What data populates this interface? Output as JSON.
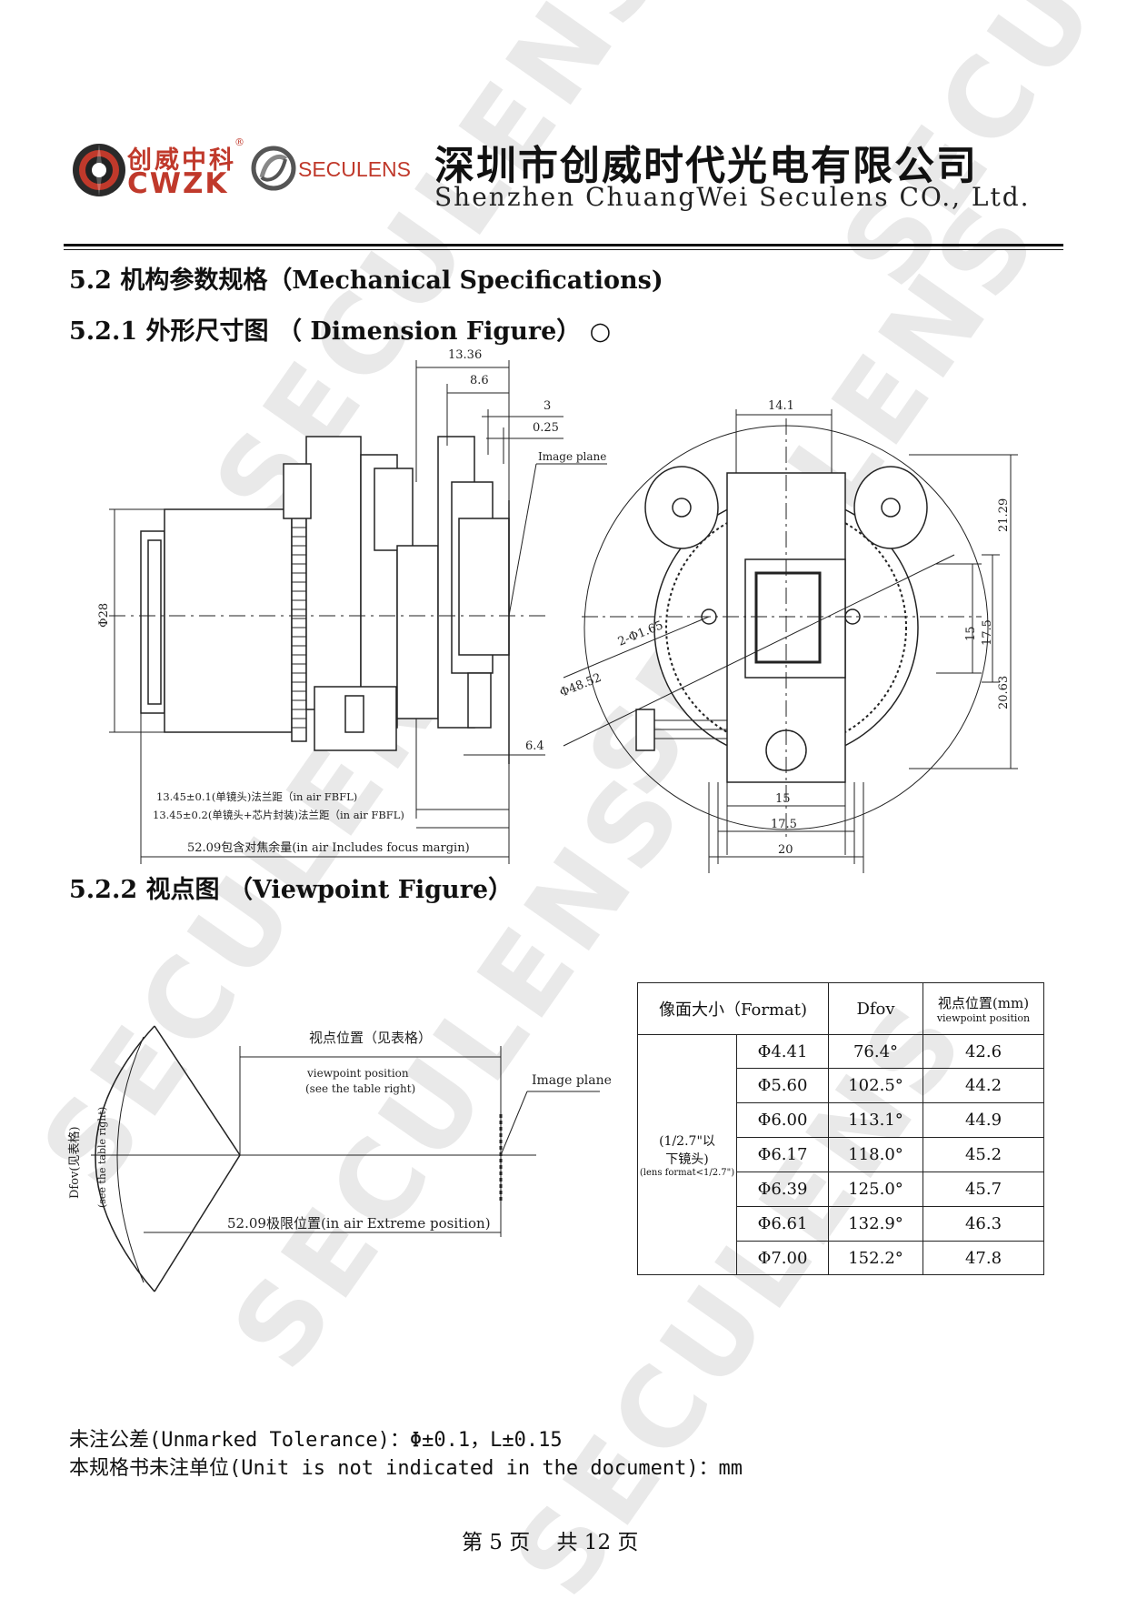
{
  "header": {
    "logo_cn": "创威中科",
    "logo_reg": "®",
    "logo_en": "CWZK",
    "brand_seculens": "SECULENS",
    "company_cn": "深圳市创威时代光电有限公司",
    "company_en": "Shenzhen ChuangWei Seculens CO., Ltd."
  },
  "watermark": "SECULENS",
  "sections": {
    "s52": "5.2 机构参数规格（Mechanical Specifications)",
    "s521": "5.2.1 外形尺寸图 （ Dimension Figure） ○",
    "s522": "5.2.2 视点图 （Viewpoint Figure）"
  },
  "dimension_figure": {
    "d_13_36": "13.36",
    "d_8_6": "8.6",
    "d_3": "3",
    "d_0_25": "0.25",
    "image_plane": "Image plane",
    "d_phi28": "Φ28",
    "d_6_4": "6.4",
    "fbfl1": "13.45±0.1(单镜头)法兰距（in air FBFL)",
    "fbfl2": "13.45±0.2(单镜头+芯片封装)法兰距（in air FBFL)",
    "total": "52.09包含对焦余量(in air Includes focus margin)",
    "d_14_1": "14.1",
    "d_21_29": "21.29",
    "d_15v": "15",
    "d_17_5v": "17.5",
    "d_20_63": "20.63",
    "holes": "2-Φ1.65",
    "d_phi48_52": "Φ48.52",
    "d_15h": "15",
    "d_17_5h": "17.5",
    "d_20": "20"
  },
  "viewpoint_figure": {
    "vp_cn": "视点位置（见表格）",
    "vp_en1": "viewpoint position",
    "vp_en2": "(see the table right)",
    "image_plane": "Image plane",
    "dfov_cn": "Dfov(见表格)",
    "dfov_en": "(see the table right)",
    "extreme": "52.09极限位置(in air Extreme position)"
  },
  "table": {
    "h_format": "像面大小（Format)",
    "h_dfov": "Dfov",
    "h_vp_cn": "视点位置(mm)",
    "h_vp_en": "viewpoint position",
    "group_1": "(1/2.7\"以",
    "group_2": "下镜头)",
    "group_3": "(lens format<1/2.7\")",
    "rows": [
      {
        "phi": "Φ4.41",
        "dfov": "76.4°",
        "vp": "42.6"
      },
      {
        "phi": "Φ5.60",
        "dfov": "102.5°",
        "vp": "44.2"
      },
      {
        "phi": "Φ6.00",
        "dfov": "113.1°",
        "vp": "44.9"
      },
      {
        "phi": "Φ6.17",
        "dfov": "118.0°",
        "vp": "45.2"
      },
      {
        "phi": "Φ6.39",
        "dfov": "125.0°",
        "vp": "45.7"
      },
      {
        "phi": "Φ6.61",
        "dfov": "132.9°",
        "vp": "46.3"
      },
      {
        "phi": "Φ7.00",
        "dfov": "152.2°",
        "vp": "47.8"
      }
    ]
  },
  "notes": {
    "tolerance": "未注公差(Unmarked Tolerance)：Φ±0.1，L±0.15",
    "unit": "本规格书未注单位(Unit is not indicated in the document)：mm"
  },
  "footer": {
    "page": "第 5 页    共 12 页"
  }
}
